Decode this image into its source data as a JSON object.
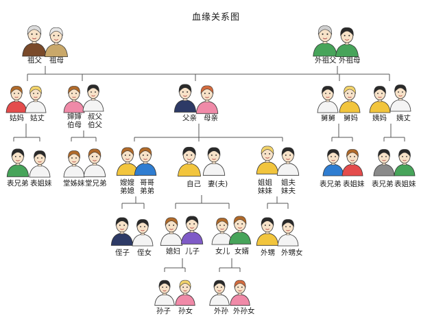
{
  "title": "血缘关系图",
  "labels": {
    "grandfather": "祖父",
    "grandmother": "祖母",
    "maternal_grandfather": "外祖父",
    "maternal_grandmother": "外祖母",
    "paternal_aunt": "姑妈",
    "paternal_aunt_husband": "姑丈",
    "uncle_wife": "婶婶\n伯母",
    "uncle": "叔父\n伯父",
    "father": "父亲",
    "mother": "母亲",
    "maternal_uncle": "舅舅",
    "maternal_uncle_wife": "舅妈",
    "maternal_aunt": "姨妈",
    "maternal_aunt_husband": "姨丈",
    "cousin_brother_1": "表兄弟",
    "cousin_sister_1": "表姐妹",
    "tang_sister": "堂姊妹",
    "tang_brother": "堂兄弟",
    "sister_in_law_brother": "嫂嫂\n弟媳",
    "brother": "哥哥\n弟弟",
    "self": "自己",
    "spouse": "妻(夫)",
    "sister": "姐姐\n妹妹",
    "sister_husband": "姐夫\n妹夫",
    "cousin_brother_2": "表兄弟",
    "cousin_sister_2": "表姐妹",
    "cousin_brother_3": "表兄弟",
    "cousin_sister_3": "表姐妹",
    "nephew": "侄子",
    "niece": "侄女",
    "daughter_in_law": "媳妇",
    "son": "儿子",
    "daughter": "女儿",
    "son_in_law": "女婿",
    "sister_son": "外甥",
    "sister_daughter": "外甥女",
    "grandson": "孙子",
    "granddaughter": "孙女",
    "daughter_son": "外孙",
    "daughter_daughter": "外孙女"
  },
  "colors": {
    "line": "#555555",
    "skin": "#f7e2c8",
    "hair_dark": "#2a2a2a",
    "hair_brown": "#b06a2a",
    "hair_blond": "#f2d36b",
    "hair_red": "#d36b3e",
    "shirt_blue": "#2f7dd1",
    "shirt_red": "#e44c4c",
    "shirt_yellow": "#f2c53d",
    "shirt_green": "#47a45a",
    "shirt_white": "#f4f4f4",
    "shirt_purple": "#7f5bc7",
    "shirt_pink": "#f08aa8",
    "shirt_gray": "#8a8a8a"
  }
}
